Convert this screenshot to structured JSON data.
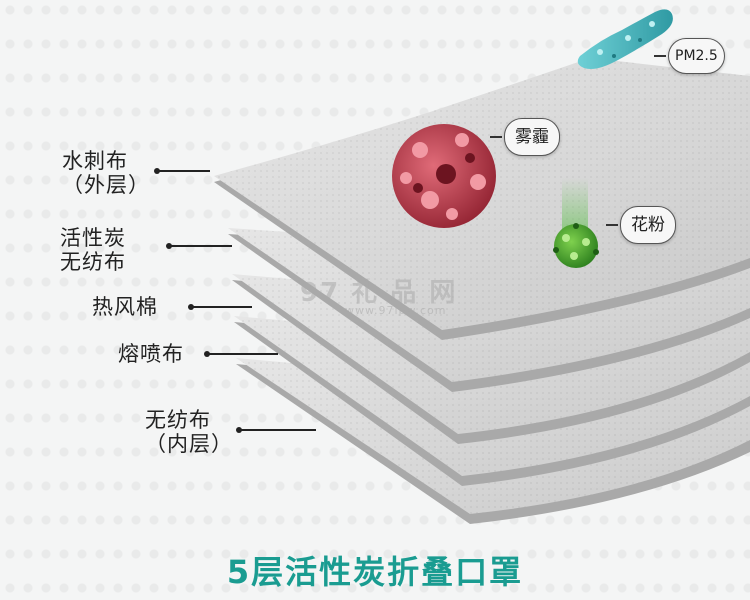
{
  "layers": [
    {
      "label": "水刺布\n（外层）"
    },
    {
      "label": "活性炭\n无纺布"
    },
    {
      "label": "热风棉"
    },
    {
      "label": "熔喷布"
    },
    {
      "label": "无纺布\n（内层）"
    }
  ],
  "particles": {
    "pm25": "PM2.5",
    "haze": "雾霾",
    "pollen": "花粉"
  },
  "watermark": {
    "text": "97 礼 品 网",
    "url": "www.97lpw.com"
  },
  "caption": "5层活性炭折叠口罩",
  "colors": {
    "accent": "#1a9c91",
    "sheet_top": "#d9d9d9",
    "sheet_edge": "#a9a9a9",
    "haze_particle": "#b23a48",
    "pollen_particle": "#3f9c2a",
    "pm25_particle": "#4ab9c0"
  }
}
